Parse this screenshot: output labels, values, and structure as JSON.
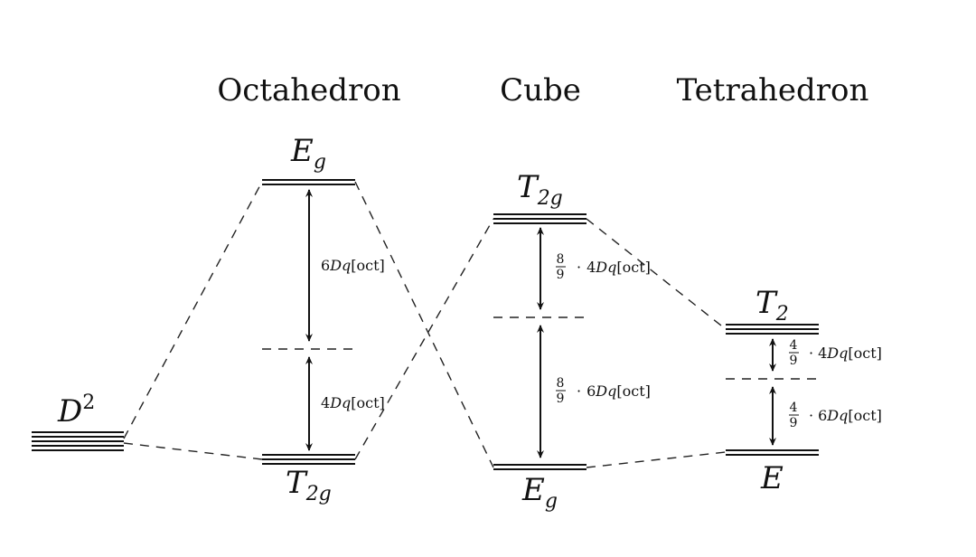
{
  "titles": {
    "octahedron": "Octahedron",
    "cube": "Cube",
    "tetrahedron": "Tetrahedron"
  },
  "states": {
    "free_ion": {
      "symbol": "D",
      "superscript": "2"
    },
    "oct_upper": {
      "symbol": "E",
      "subscript": "g"
    },
    "oct_lower": {
      "symbol": "T",
      "subscript": "2g"
    },
    "cube_upper": {
      "symbol": "T",
      "subscript": "2g"
    },
    "cube_lower": {
      "symbol": "E",
      "subscript": "g"
    },
    "tet_upper": {
      "symbol": "T",
      "subscript": "2"
    },
    "tet_lower": {
      "symbol": "E",
      "subscript": ""
    }
  },
  "gaps": {
    "oct_up": {
      "factor": "6",
      "unit": "Dq",
      "tag": "[oct]"
    },
    "oct_down": {
      "factor": "4",
      "unit": "Dq",
      "tag": "[oct]"
    },
    "cube_up": {
      "num": "8",
      "den": "9",
      "dot": "·",
      "factor": "4",
      "unit": "Dq",
      "tag": "[oct]"
    },
    "cube_down": {
      "num": "8",
      "den": "9",
      "dot": "·",
      "factor": "6",
      "unit": "Dq",
      "tag": "[oct]"
    },
    "tet_up": {
      "num": "4",
      "den": "9",
      "dot": "·",
      "factor": "4",
      "unit": "Dq",
      "tag": "[oct]"
    },
    "tet_down": {
      "num": "4",
      "den": "9",
      "dot": "·",
      "factor": "6",
      "unit": "Dq",
      "tag": "[oct]"
    }
  }
}
